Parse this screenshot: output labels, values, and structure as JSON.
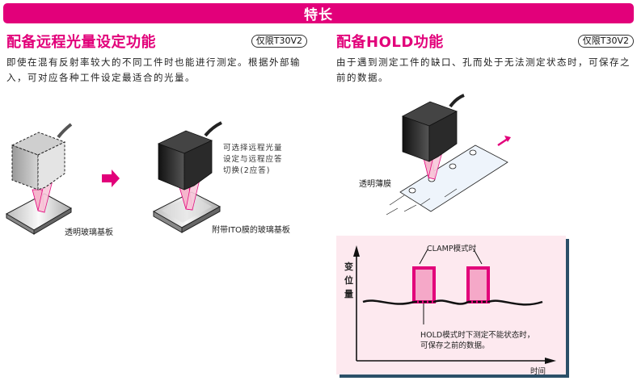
{
  "banner": {
    "title": "特长"
  },
  "left_section": {
    "title": "配备远程光量设定功能",
    "badge": "仅限T30V2",
    "body": "即使在混有反射率较大的不同工件时也能进行测定。根据外部输入，可对应各种工件设定最适合的光量。",
    "illustrations": {
      "before_label": "透明玻璃基板",
      "after_label": "附带ITO膜的玻璃基板",
      "note_lines": [
        "可选择远程光量",
        "设定与远程应答",
        "切换(2应答)"
      ]
    }
  },
  "right_section": {
    "title": "配备HOLD功能",
    "badge": "仅限T30V2",
    "body": "由于遇到测定工件的缺口、孔而处于无法测定状态时，可保存之前的数据。",
    "illustration": {
      "film_label": "透明薄膜"
    },
    "diagram": {
      "y_axis_label": "变位量",
      "x_axis_label": "时间",
      "clamp_label": "CLAMP模式时",
      "hold_note_lines": [
        "HOLD模式时下测定不能状态时，",
        "可保存之前的数据。"
      ]
    }
  },
  "colors": {
    "accent": "#e2007a",
    "pulse_fill": "#f5a8c8",
    "chart_bg": "#fde9ef",
    "chart_shadow": "#2b5068"
  }
}
